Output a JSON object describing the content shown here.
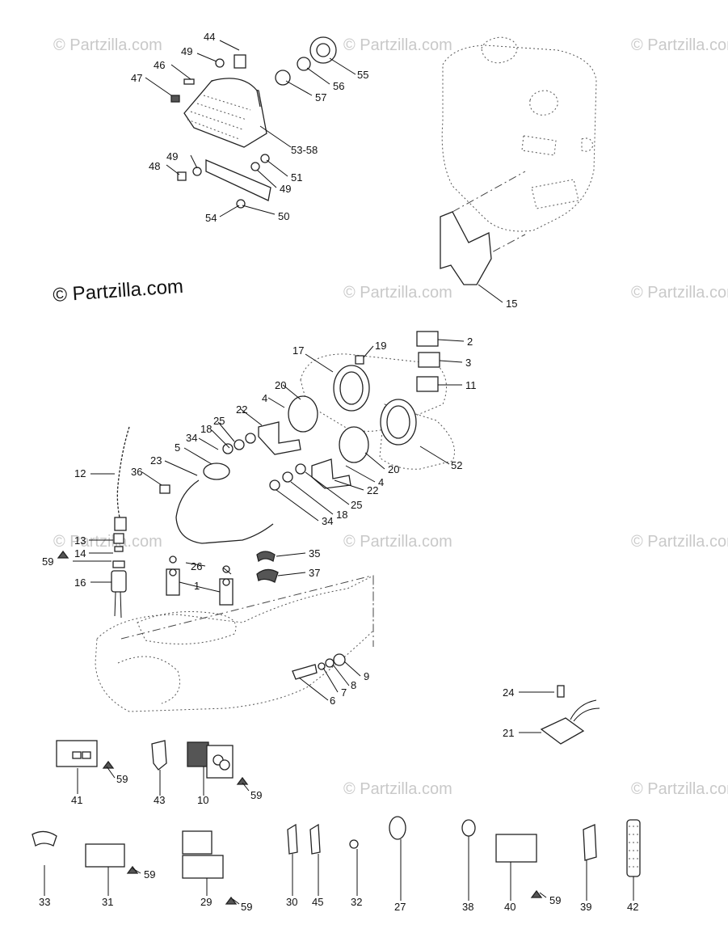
{
  "watermarks": [
    "© Partzilla.com",
    "© Partzilla.com",
    "© Partzilla.com",
    "© Partzilla.com",
    "© Partzilla.com",
    "© Partzilla.com",
    "© Partzilla.com",
    "© Partzilla.com",
    "© Partzilla.com",
    "© Partzilla.com"
  ],
  "main_watermark": "© Partzilla.com",
  "callouts": [
    "44",
    "49",
    "46",
    "47",
    "55",
    "56",
    "57",
    "53-58",
    "49",
    "48",
    "51",
    "49",
    "54",
    "50",
    "15",
    "2",
    "19",
    "17",
    "3",
    "11",
    "20",
    "4",
    "22",
    "25",
    "18",
    "34",
    "5",
    "23",
    "36",
    "12",
    "52",
    "20",
    "4",
    "22",
    "25",
    "18",
    "34",
    "13",
    "14",
    "59",
    "16",
    "35",
    "26",
    "1",
    "37",
    "9",
    "8",
    "7",
    "6",
    "24",
    "21",
    "41",
    "59",
    "43",
    "10",
    "59",
    "33",
    "31",
    "59",
    "29",
    "59",
    "30",
    "45",
    "32",
    "27",
    "38",
    "40",
    "59",
    "39",
    "42"
  ]
}
